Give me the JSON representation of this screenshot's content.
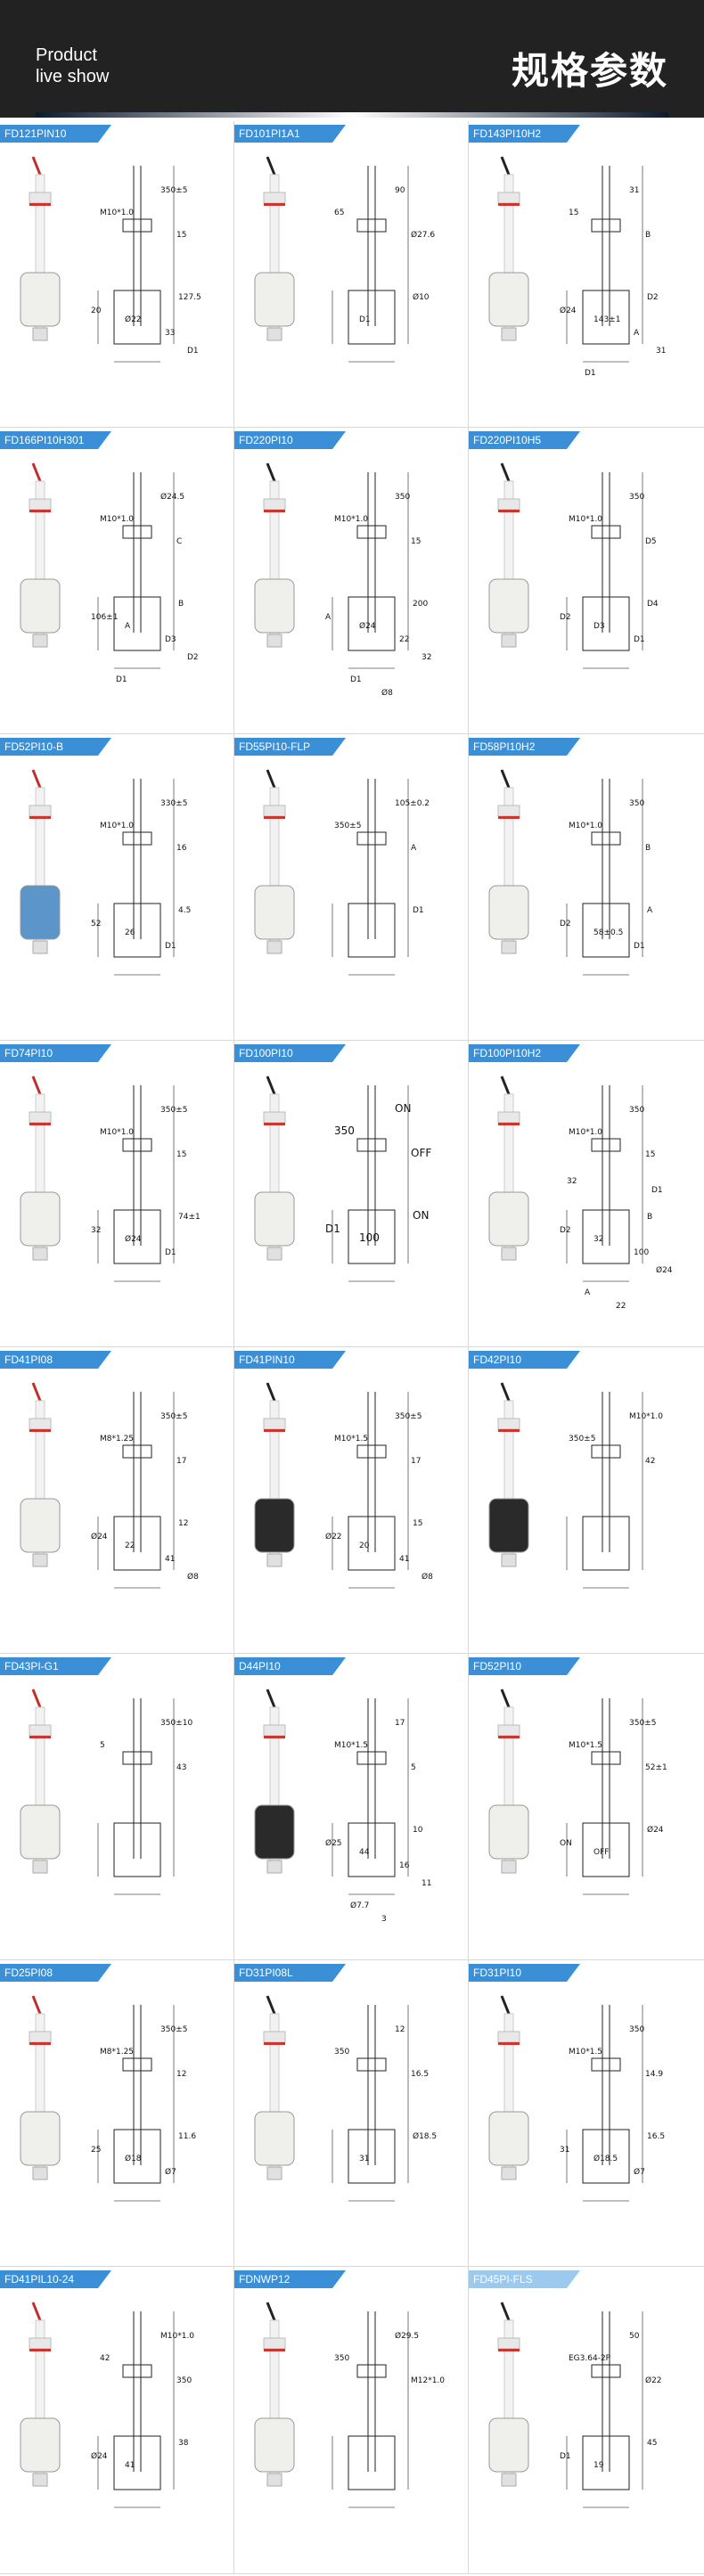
{
  "header": {
    "title_en_line1": "Product",
    "title_en_line2": "live show",
    "title_zh": "规格参数"
  },
  "colors": {
    "header_bg": "#222222",
    "tag_blue": "#3a8fd6",
    "tag_light": "#9cc9ee"
  },
  "products": [
    {
      "model": "FD121PIN10",
      "labels": [
        "M10*1.0",
        "350±5",
        "15",
        "127.5",
        "Ø22",
        "20",
        "33",
        "D1"
      ]
    },
    {
      "model": "FD101PI1A1",
      "labels": [
        "65",
        "90",
        "Ø27.6",
        "Ø10",
        "D1"
      ]
    },
    {
      "model": "FD143PI10H2",
      "labels": [
        "15",
        "31",
        "B",
        "D2",
        "143±1",
        "Ø24",
        "A",
        "31",
        "D1"
      ]
    },
    {
      "model": "FD166PI10H301",
      "labels": [
        "M10*1.0",
        "Ø24.5",
        "C",
        "B",
        "A",
        "106±1",
        "D3",
        "D2",
        "D1"
      ]
    },
    {
      "model": "FD220PI10",
      "labels": [
        "M10*1.0",
        "350",
        "15",
        "200",
        "Ø24",
        "A",
        "22",
        "32",
        "D1",
        "Ø8"
      ]
    },
    {
      "model": "FD220PI10H5",
      "labels": [
        "M10*1.0",
        "350",
        "D5",
        "D4",
        "D3",
        "D2",
        "D1"
      ]
    },
    {
      "model": "FD52PI10-B",
      "labels": [
        "M10*1.0",
        "330±5",
        "16",
        "4.5",
        "26",
        "52",
        "D1"
      ]
    },
    {
      "model": "FD55PI10-FLP",
      "labels": [
        "350±5",
        "105±0.2",
        "A",
        "D1"
      ]
    },
    {
      "model": "FD58PI10H2",
      "labels": [
        "M10*1.0",
        "350",
        "B",
        "A",
        "58±0.5",
        "D2",
        "D1"
      ]
    },
    {
      "model": "FD74PI10",
      "labels": [
        "M10*1.0",
        "350±5",
        "15",
        "74±1",
        "Ø24",
        "32",
        "D1"
      ]
    },
    {
      "model": "FD100PI10",
      "labels": [
        "350",
        "ON",
        "OFF",
        "ON",
        "100",
        "D1"
      ]
    },
    {
      "model": "FD100PI10H2",
      "labels": [
        "M10*1.0",
        "350",
        "15",
        "B",
        "32",
        "D2",
        "100",
        "Ø24",
        "A",
        "22",
        "32",
        "D1"
      ]
    },
    {
      "model": "FD41PI08",
      "labels": [
        "M8*1.25",
        "350±5",
        "17",
        "12",
        "22",
        "Ø24",
        "41",
        "Ø8"
      ]
    },
    {
      "model": "FD41PIN10",
      "labels": [
        "M10*1.5",
        "350±5",
        "17",
        "15",
        "20",
        "Ø22",
        "41",
        "Ø8"
      ]
    },
    {
      "model": "FD42PI10",
      "labels": [
        "350±5",
        "M10*1.0",
        "42"
      ]
    },
    {
      "model": "FD43PI-G1",
      "labels": [
        "5",
        "350±10",
        "43"
      ]
    },
    {
      "model": "D44PI10",
      "labels": [
        "M10*1.5",
        "17",
        "5",
        "10",
        "44",
        "Ø25",
        "16",
        "11",
        "Ø7.7",
        "3"
      ]
    },
    {
      "model": "FD52PI10",
      "labels": [
        "M10*1.5",
        "350±5",
        "52±1",
        "Ø24",
        "OFF",
        "ON"
      ]
    },
    {
      "model": "FD25PI08",
      "labels": [
        "M8*1.25",
        "350±5",
        "12",
        "11.6",
        "Ø18",
        "25",
        "Ø7"
      ]
    },
    {
      "model": "FD31PI08L",
      "labels": [
        "350",
        "12",
        "16.5",
        "Ø18.5",
        "31"
      ]
    },
    {
      "model": "FD31PI10",
      "labels": [
        "M10*1.5",
        "350",
        "14.9",
        "16.5",
        "Ø18.5",
        "31",
        "Ø7"
      ]
    },
    {
      "model": "FD41PIL10-24",
      "labels": [
        "42",
        "M10*1.0",
        "350",
        "38",
        "41",
        "Ø24"
      ]
    },
    {
      "model": "FDNWP12",
      "labels": [
        "350",
        "Ø29.5",
        "M12*1.0"
      ]
    },
    {
      "model": "FD45PI-FLS",
      "labels": [
        "EG3.64-2P",
        "50",
        "Ø22",
        "45",
        "19",
        "D1"
      ]
    }
  ]
}
